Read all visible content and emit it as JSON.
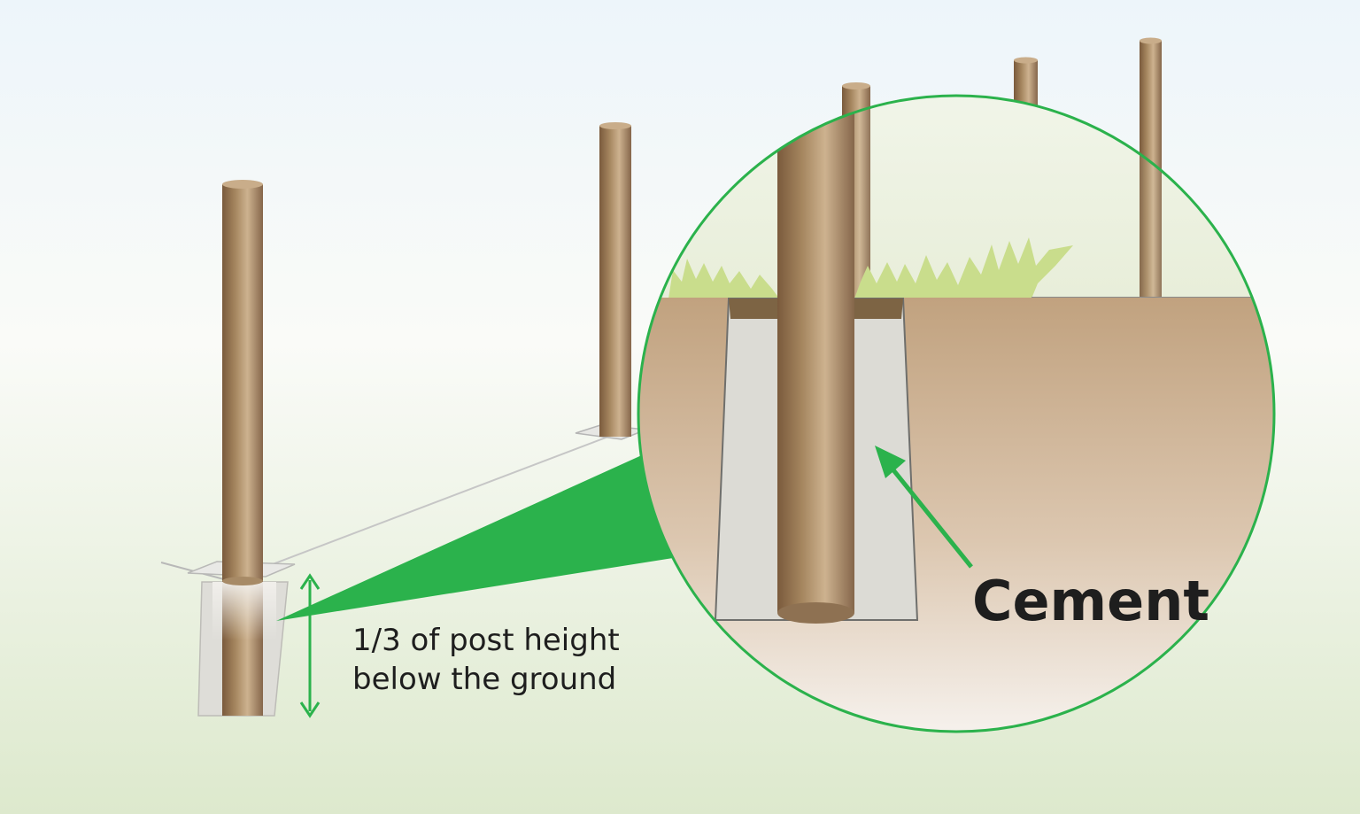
{
  "labels": {
    "depth_line1": "1/3 of post height",
    "depth_line2": "below the ground",
    "cement": "Cement"
  },
  "colors": {
    "accent_green": "#2bb24c",
    "post_light": "#c7ad8a",
    "post_dark": "#7a5b3d",
    "soil": "#c7a987",
    "cement": "#dddcd6",
    "grass": "#c9dd8c",
    "bg_top": "#eef6fb",
    "bg_bottom": "#dfebcf"
  }
}
